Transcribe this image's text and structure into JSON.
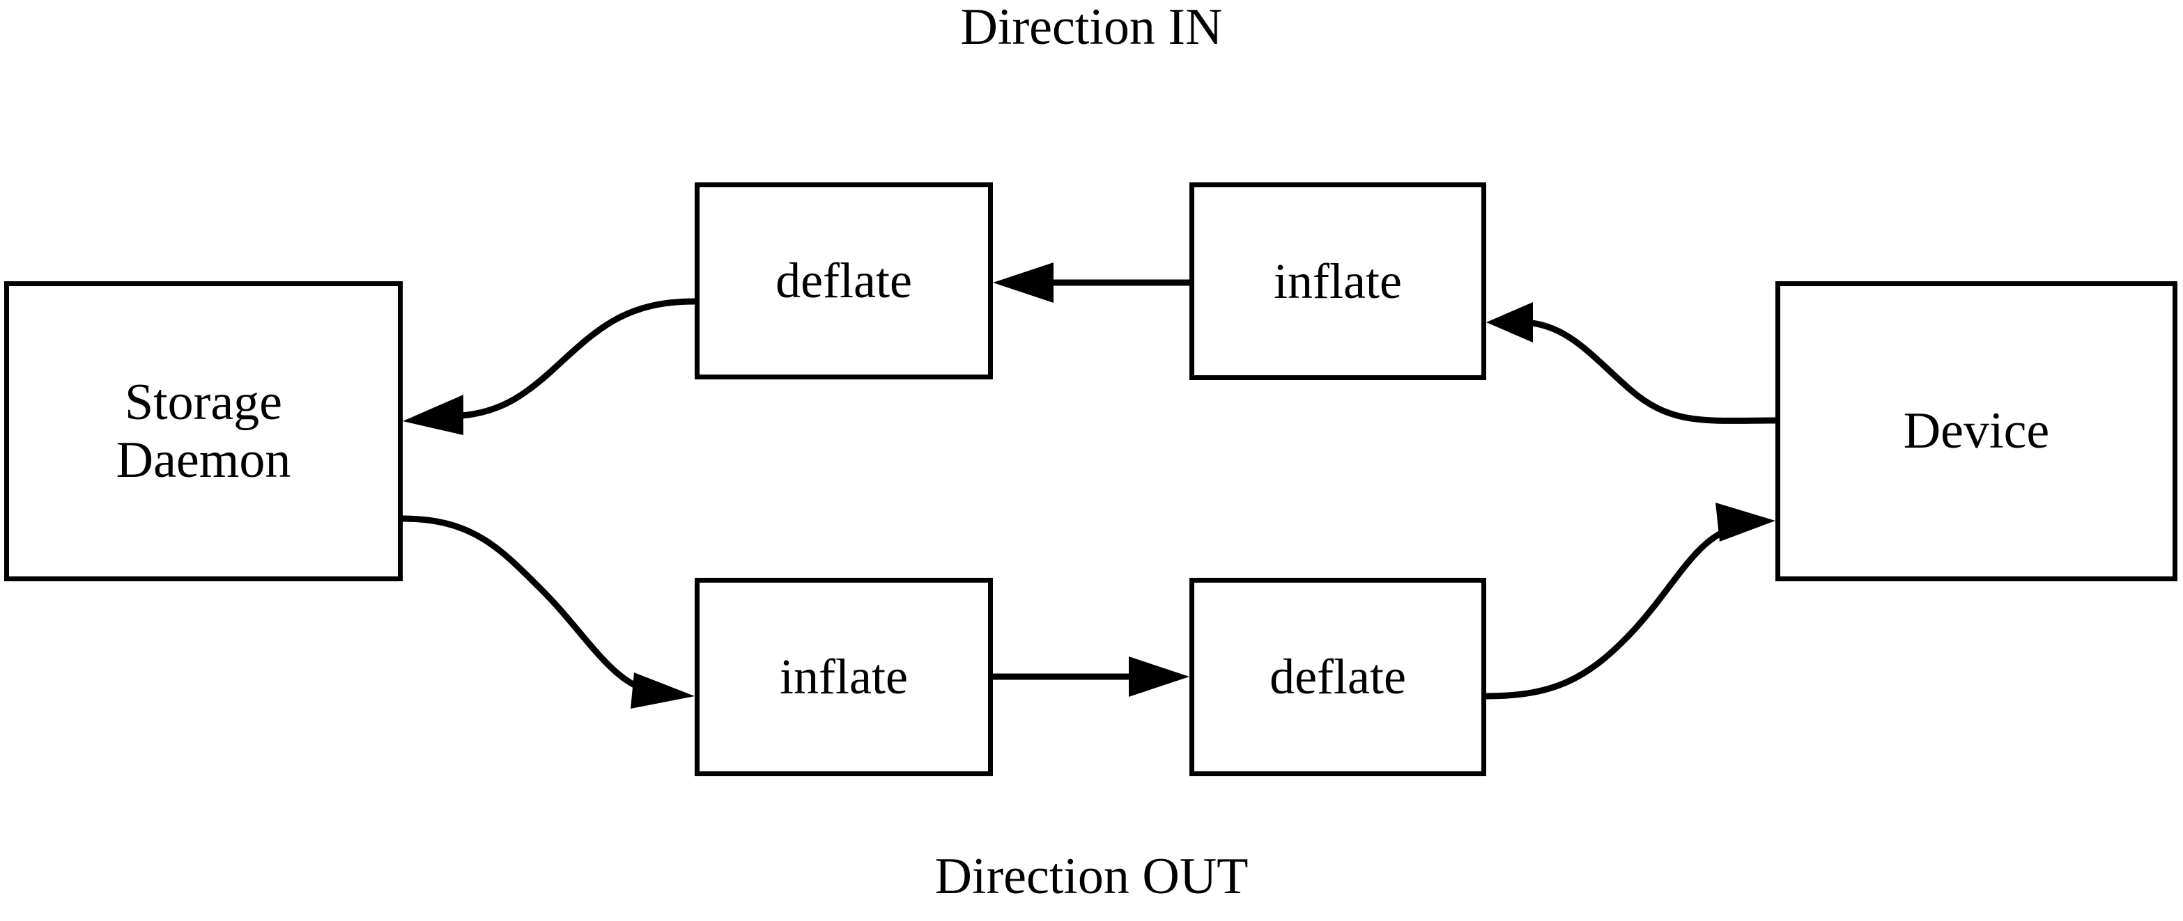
{
  "diagram": {
    "title_top": "Direction IN",
    "title_bottom": "Direction OUT",
    "line_color": "#000000",
    "background_color": "#ffffff",
    "nodes": {
      "storage_daemon": {
        "label_line1": "Storage",
        "label_line2": "Daemon"
      },
      "deflate_in": {
        "label": "deflate"
      },
      "inflate_in": {
        "label": "inflate"
      },
      "device": {
        "label": "Device"
      },
      "inflate_out": {
        "label": "inflate"
      },
      "deflate_out": {
        "label": "deflate"
      }
    },
    "edges": [
      {
        "name": "device-to-inflate-in",
        "from": "Device",
        "to": "inflate",
        "style": "curved",
        "direction": "left"
      },
      {
        "name": "inflate-in-to-deflate-in",
        "from": "inflate",
        "to": "deflate",
        "style": "straight",
        "direction": "left"
      },
      {
        "name": "deflate-in-to-storage-daemon",
        "from": "deflate",
        "to": "Storage Daemon",
        "style": "curved",
        "direction": "left"
      },
      {
        "name": "storage-daemon-to-inflate-out",
        "from": "Storage Daemon",
        "to": "inflate",
        "style": "curved",
        "direction": "right"
      },
      {
        "name": "inflate-out-to-deflate-out",
        "from": "inflate",
        "to": "deflate",
        "style": "straight",
        "direction": "right"
      },
      {
        "name": "deflate-out-to-device",
        "from": "deflate",
        "to": "Device",
        "style": "curved",
        "direction": "right"
      }
    ]
  }
}
